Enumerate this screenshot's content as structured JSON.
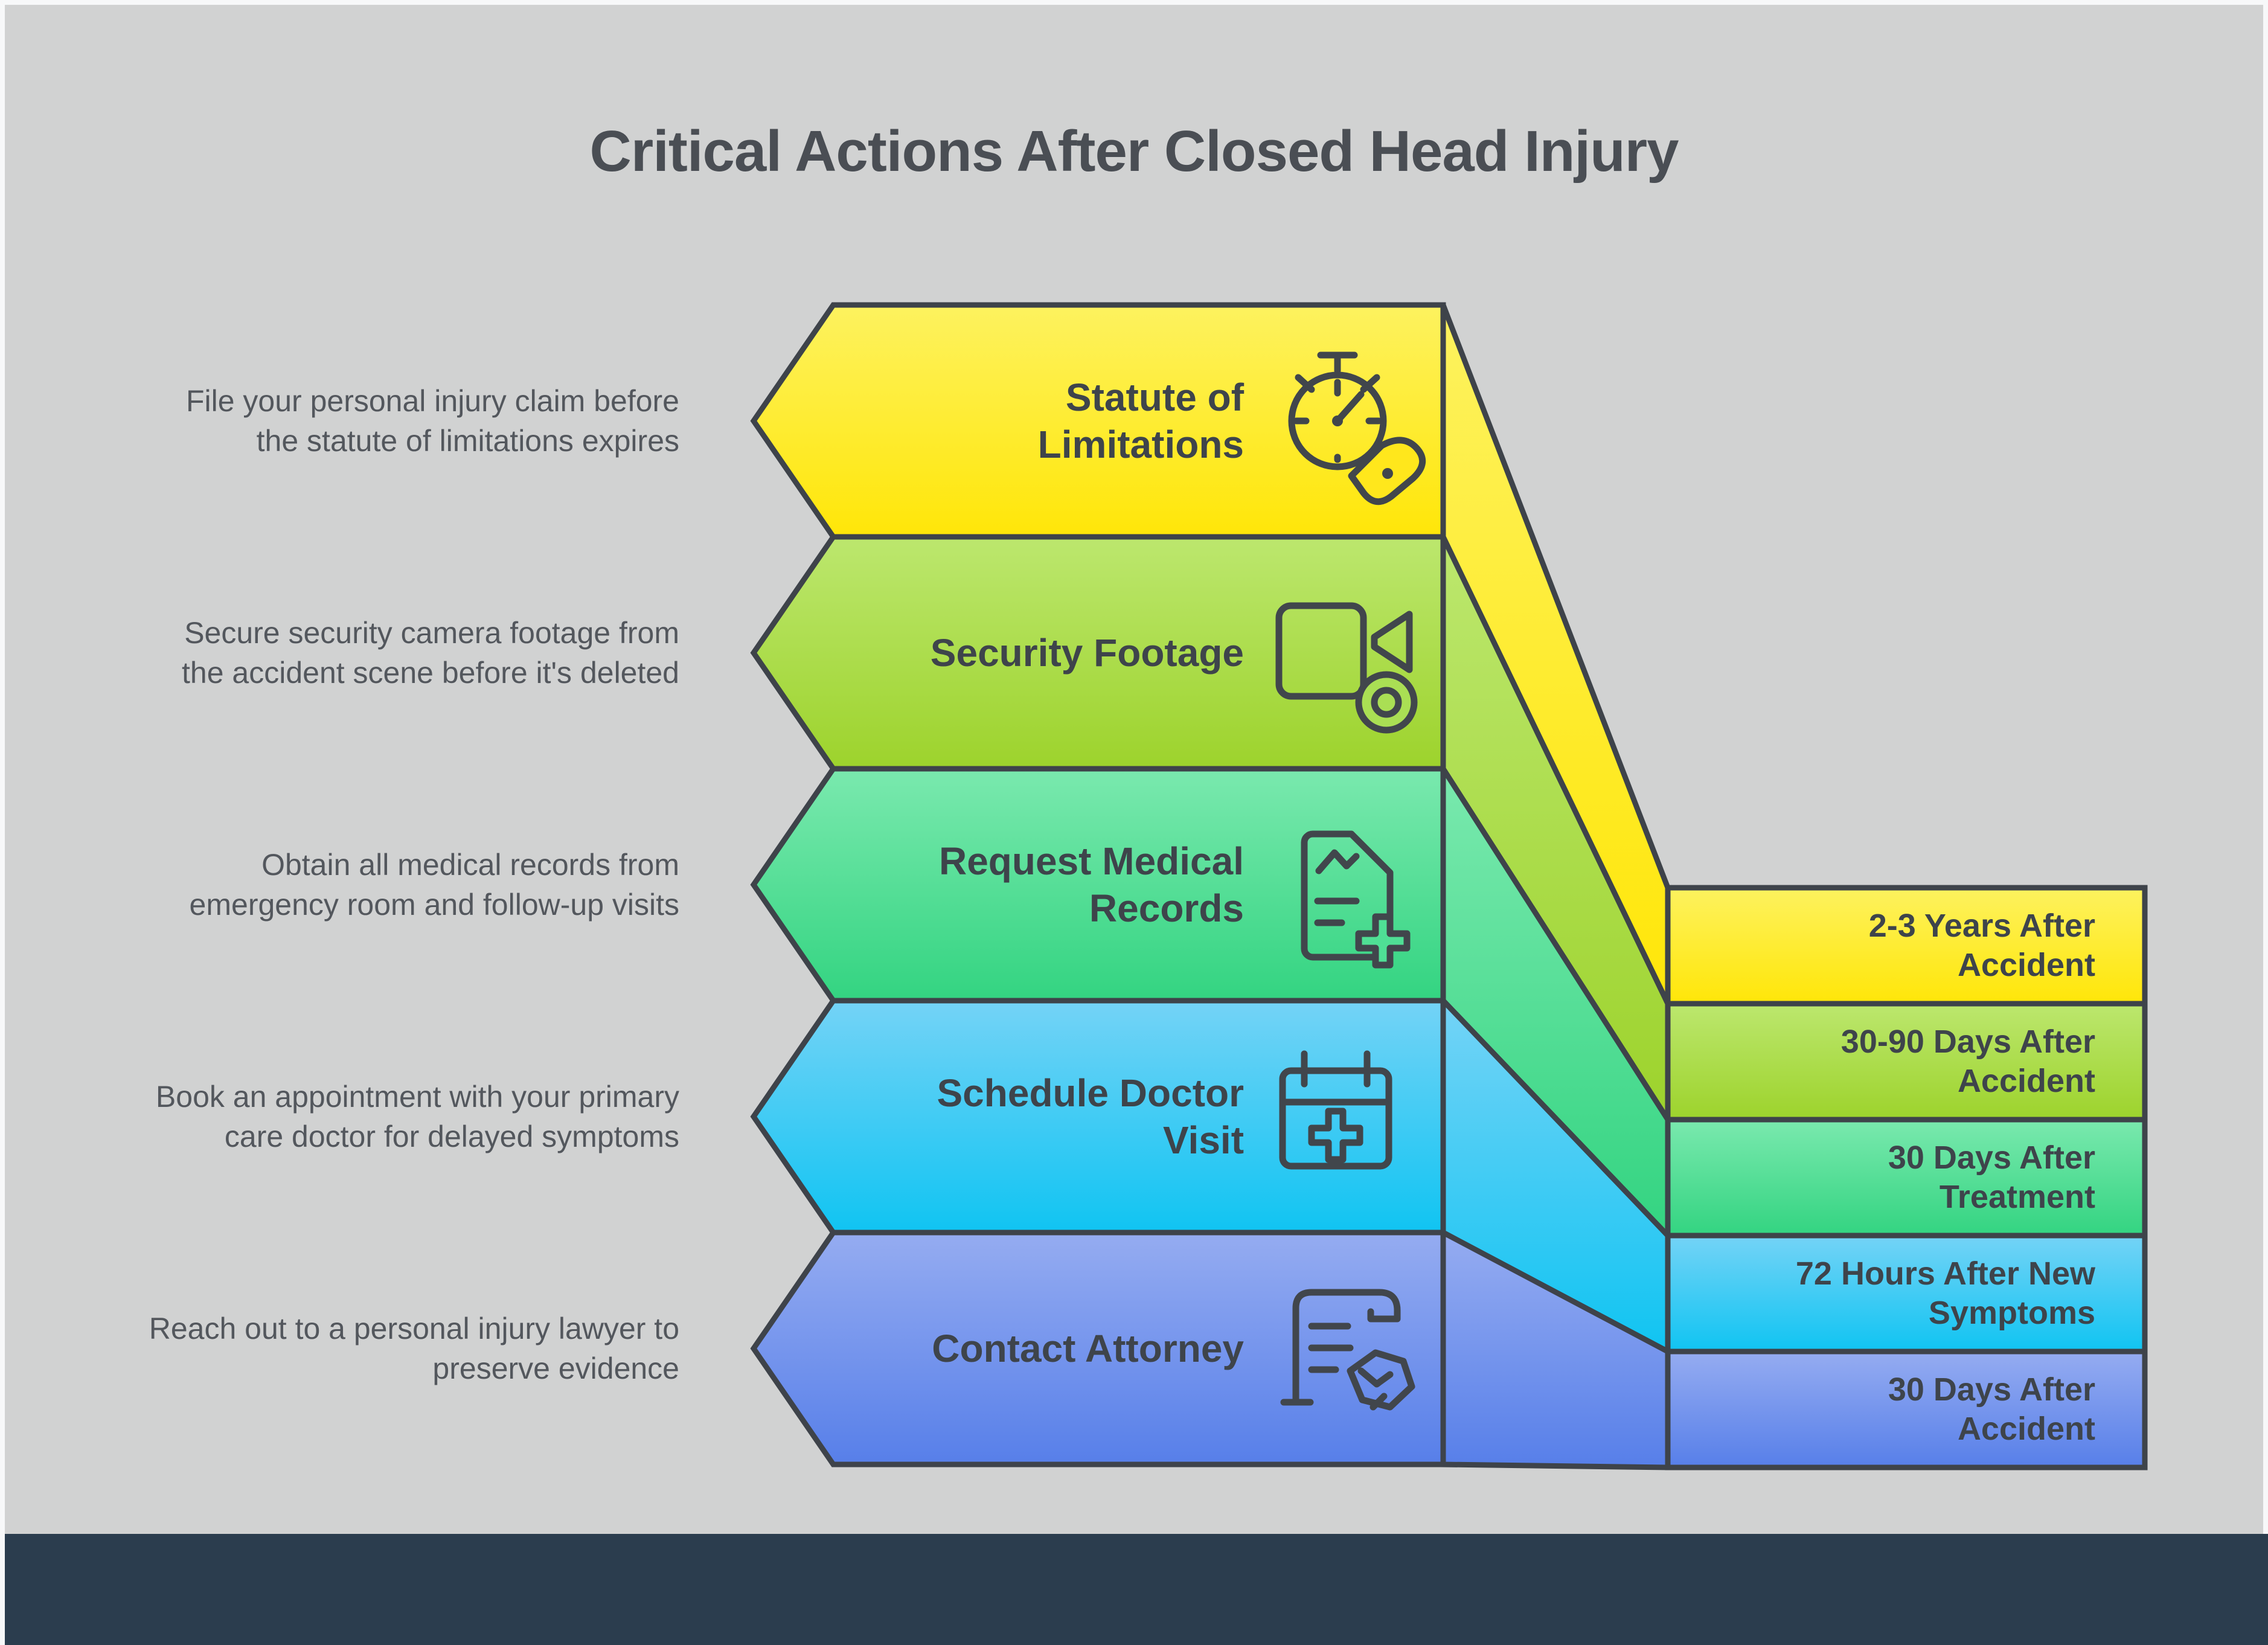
{
  "title": "Critical Actions After Closed Head Injury",
  "colors": {
    "background": "#d1d2d2",
    "frame": "#f7f8f9",
    "footer_bar": "#2b3d4e",
    "outline": "#3e434a",
    "title_text": "#4a4e54",
    "label_text": "#3e444b",
    "description_text": "#53575d",
    "icon_stroke": "#41464c"
  },
  "steps": [
    {
      "label_lines": [
        "Statute of",
        "Limitations"
      ],
      "icon": "stopwatch-whistle-icon",
      "description": "File your personal injury claim before the statute of limitations expires",
      "timeline_lines": [
        "2-3 Years After",
        "Accident"
      ],
      "color_top": "#fdf25f",
      "color_bottom": "#ffe608"
    },
    {
      "label_lines": [
        "Security Footage"
      ],
      "icon": "video-camera-icon",
      "description": "Secure security camera footage from the accident scene before it's deleted",
      "timeline_lines": [
        "30-90 Days After",
        "Accident"
      ],
      "color_top": "#bce76e",
      "color_bottom": "#9dd32c"
    },
    {
      "label_lines": [
        "Request Medical",
        "Records"
      ],
      "icon": "medical-records-icon",
      "description": "Obtain all medical records from emergency room and follow-up visits",
      "timeline_lines": [
        "30 Days After",
        "Treatment"
      ],
      "color_top": "#7ae9ae",
      "color_bottom": "#33d481"
    },
    {
      "label_lines": [
        "Schedule Doctor",
        "Visit"
      ],
      "icon": "calendar-plus-icon",
      "description": "Book an appointment with your primary care doctor for delayed symptoms",
      "timeline_lines": [
        "72 Hours After New",
        "Symptoms"
      ],
      "color_top": "#74d3f6",
      "color_bottom": "#10c4f2"
    },
    {
      "label_lines": [
        "Contact Attorney"
      ],
      "icon": "contract-handshake-icon",
      "description": "Reach out to a personal injury lawyer to preserve evidence",
      "timeline_lines": [
        "30 Days After",
        "Accident"
      ],
      "color_top": "#95acf1",
      "color_bottom": "#577fe9"
    }
  ]
}
